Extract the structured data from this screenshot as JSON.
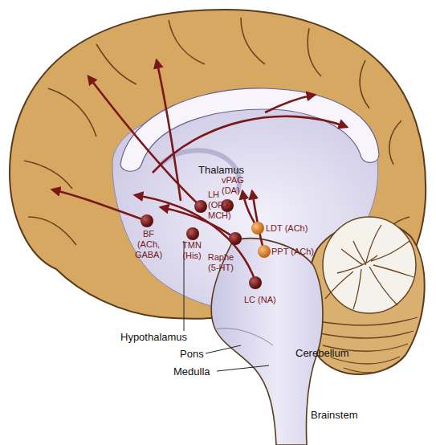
{
  "diagram": {
    "nodes": [
      {
        "text": [
          "vPAG (DA)"
        ]
      },
      {
        "text": [
          "LH (ORX, MCH)"
        ]
      },
      {
        "text": [
          "BF (ACh, GABA)"
        ]
      },
      {
        "text": [
          "LDT (ACh)"
        ]
      },
      {
        "text": [
          "TMN (His)"
        ]
      },
      {
        "text": [
          "Raphe (5-HT)"
        ]
      },
      {
        "text": [
          "PPT (ACh)"
        ]
      },
      {
        "text": [
          "LC (NA)"
        ]
      }
    ],
    "labels": [
      "Thalamus",
      "Hypothalamus",
      "Pons",
      "Medulla",
      "Cerebellum",
      "Brainstem"
    ]
  }
}
